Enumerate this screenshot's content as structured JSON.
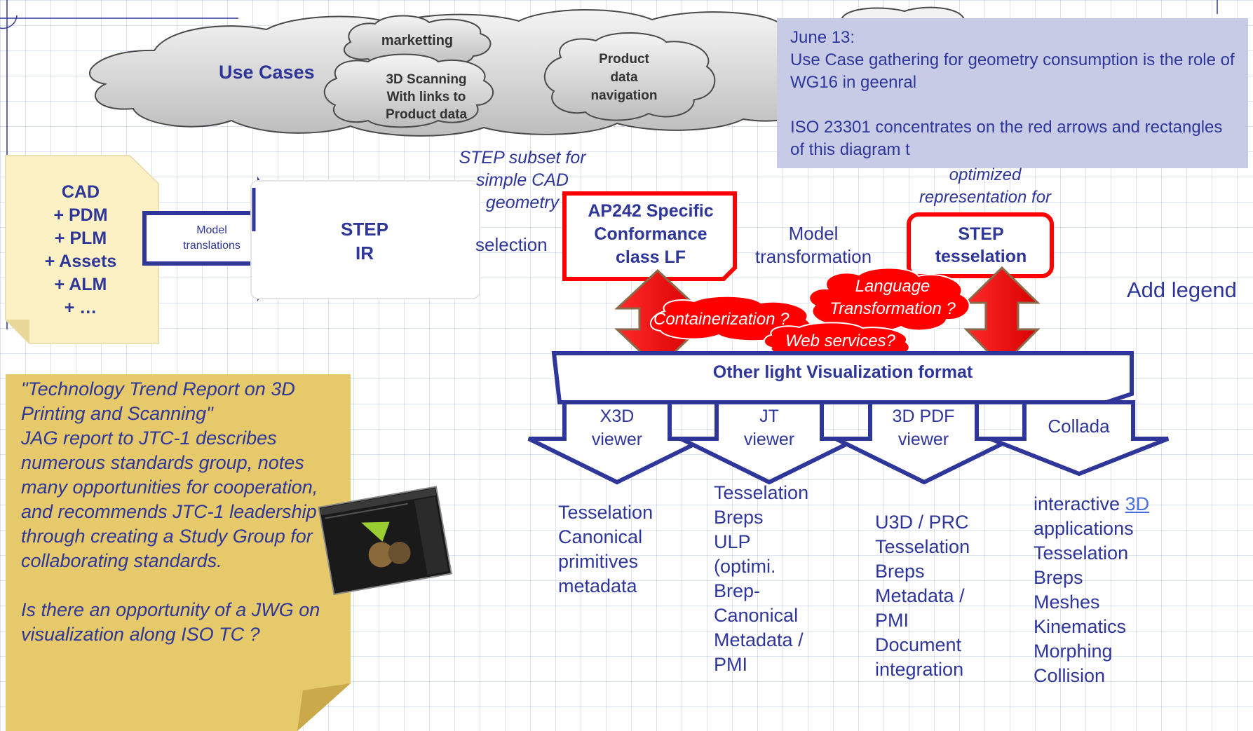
{
  "clouds": {
    "use_cases": "Use Cases",
    "marketting": "marketting",
    "scanning": "3D Scanning\nWith links to\nProduct data",
    "product_nav": "Product\ndata\nnavigation"
  },
  "note": {
    "line1": "June 13:",
    "line2": "Use Case gathering for geometry consumption is the role of WG16 in geenral",
    "line3": "ISO 23301 concentrates on the red arrows and rectangles of this diagram t"
  },
  "cad_box": "CAD\n+ PDM\n+ PLM\n+ Assets\n+ ALM\n+ …",
  "model_translations": "Model\ntranslations",
  "step_ir": "STEP\nIR",
  "step_subset": "STEP subset for\nsimple CAD\ngeometry",
  "selection": "selection",
  "ap242": "AP242 Specific\nConformance\nclass  LF",
  "model_transformation": "Model\ntransformation",
  "optimized": "optimized\nrepresentation for",
  "step_tess": "STEP\ntesselation",
  "add_legend": "Add legend",
  "small_clouds": {
    "language": "Language\nTransformation ?",
    "container": "Containerization ?",
    "web": "Web services?"
  },
  "vis_format": "Other light Visualization format",
  "viewers": [
    {
      "label": "X3D\nviewer",
      "features": "Tesselation\nCanonical\nprimitives\nmetadata"
    },
    {
      "label": "JT\nviewer",
      "features": "Tesselation\nBreps\nULP\n(optimi.\nBrep-\nCanonical\nMetadata /\nPMI"
    },
    {
      "label": "3D PDF\nviewer",
      "features": "U3D / PRC\nTesselation\nBreps\nMetadata /\nPMI\nDocument\nintegration"
    },
    {
      "label": "Collada",
      "features_prefix": "interactive ",
      "features_link": "3D",
      "features": "applications\nTesselation\nBreps\nMeshes\nKinematics\nMorphing\nCollision"
    }
  ],
  "sticky": {
    "p1": "\"Technology Trend Report on 3D Printing and Scanning\"\n JAG report to JTC-1 describes numerous standards group, notes many opportunities for cooperation, and recommends JTC-1 leadership through creating a Study Group for collaborating standards.",
    "p2": "Is there an opportunity of a JWG on visualization along ISO TC ?"
  },
  "colors": {
    "navy": "#2f3699",
    "red": "#ff0000",
    "note_bg": "#c8cbe6",
    "sticky_bg": "#e6c96a",
    "cad_bg": "#fbf1c4"
  }
}
